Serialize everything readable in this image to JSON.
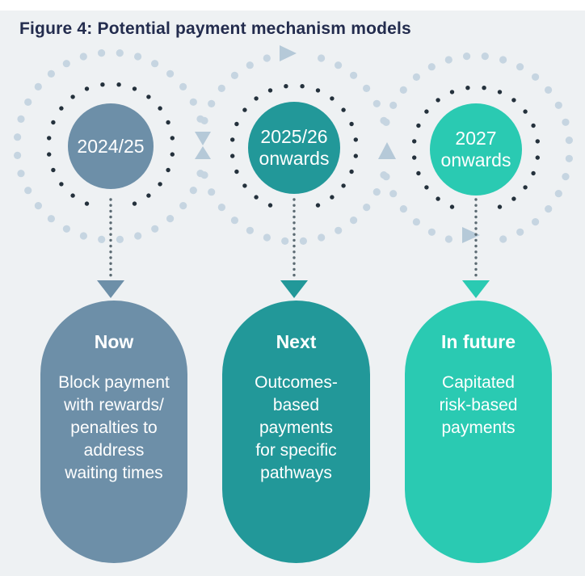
{
  "title": "Figure 4: Potential payment mechanism models",
  "colors": {
    "background": "#eef1f3",
    "top_strip": "#ffffff",
    "title_text": "#232c4e",
    "outer_ring_dots": "#c6d5e1",
    "inner_ring_dots": "#24313c",
    "rotation_arrows": "#b5c9d8",
    "connector_dots": "#5b6a72",
    "circle_text": "#ffffff"
  },
  "columns": [
    {
      "id": "now",
      "stage_label": "2024/25",
      "pill_heading": "Now",
      "pill_body": "Block payment\nwith rewards/\npenalties to\naddress\nwaiting times",
      "color": "#6d8fa8"
    },
    {
      "id": "next",
      "stage_label": "2025/26\nonwards",
      "pill_heading": "Next",
      "pill_body": "Outcomes-\nbased\npayments\nfor specific\npathways",
      "color": "#229899"
    },
    {
      "id": "in-future",
      "stage_label": "2027\nonwards",
      "pill_heading": "In future",
      "pill_body": "Capitated\nrisk-based\npayments",
      "color": "#2acab2"
    }
  ]
}
